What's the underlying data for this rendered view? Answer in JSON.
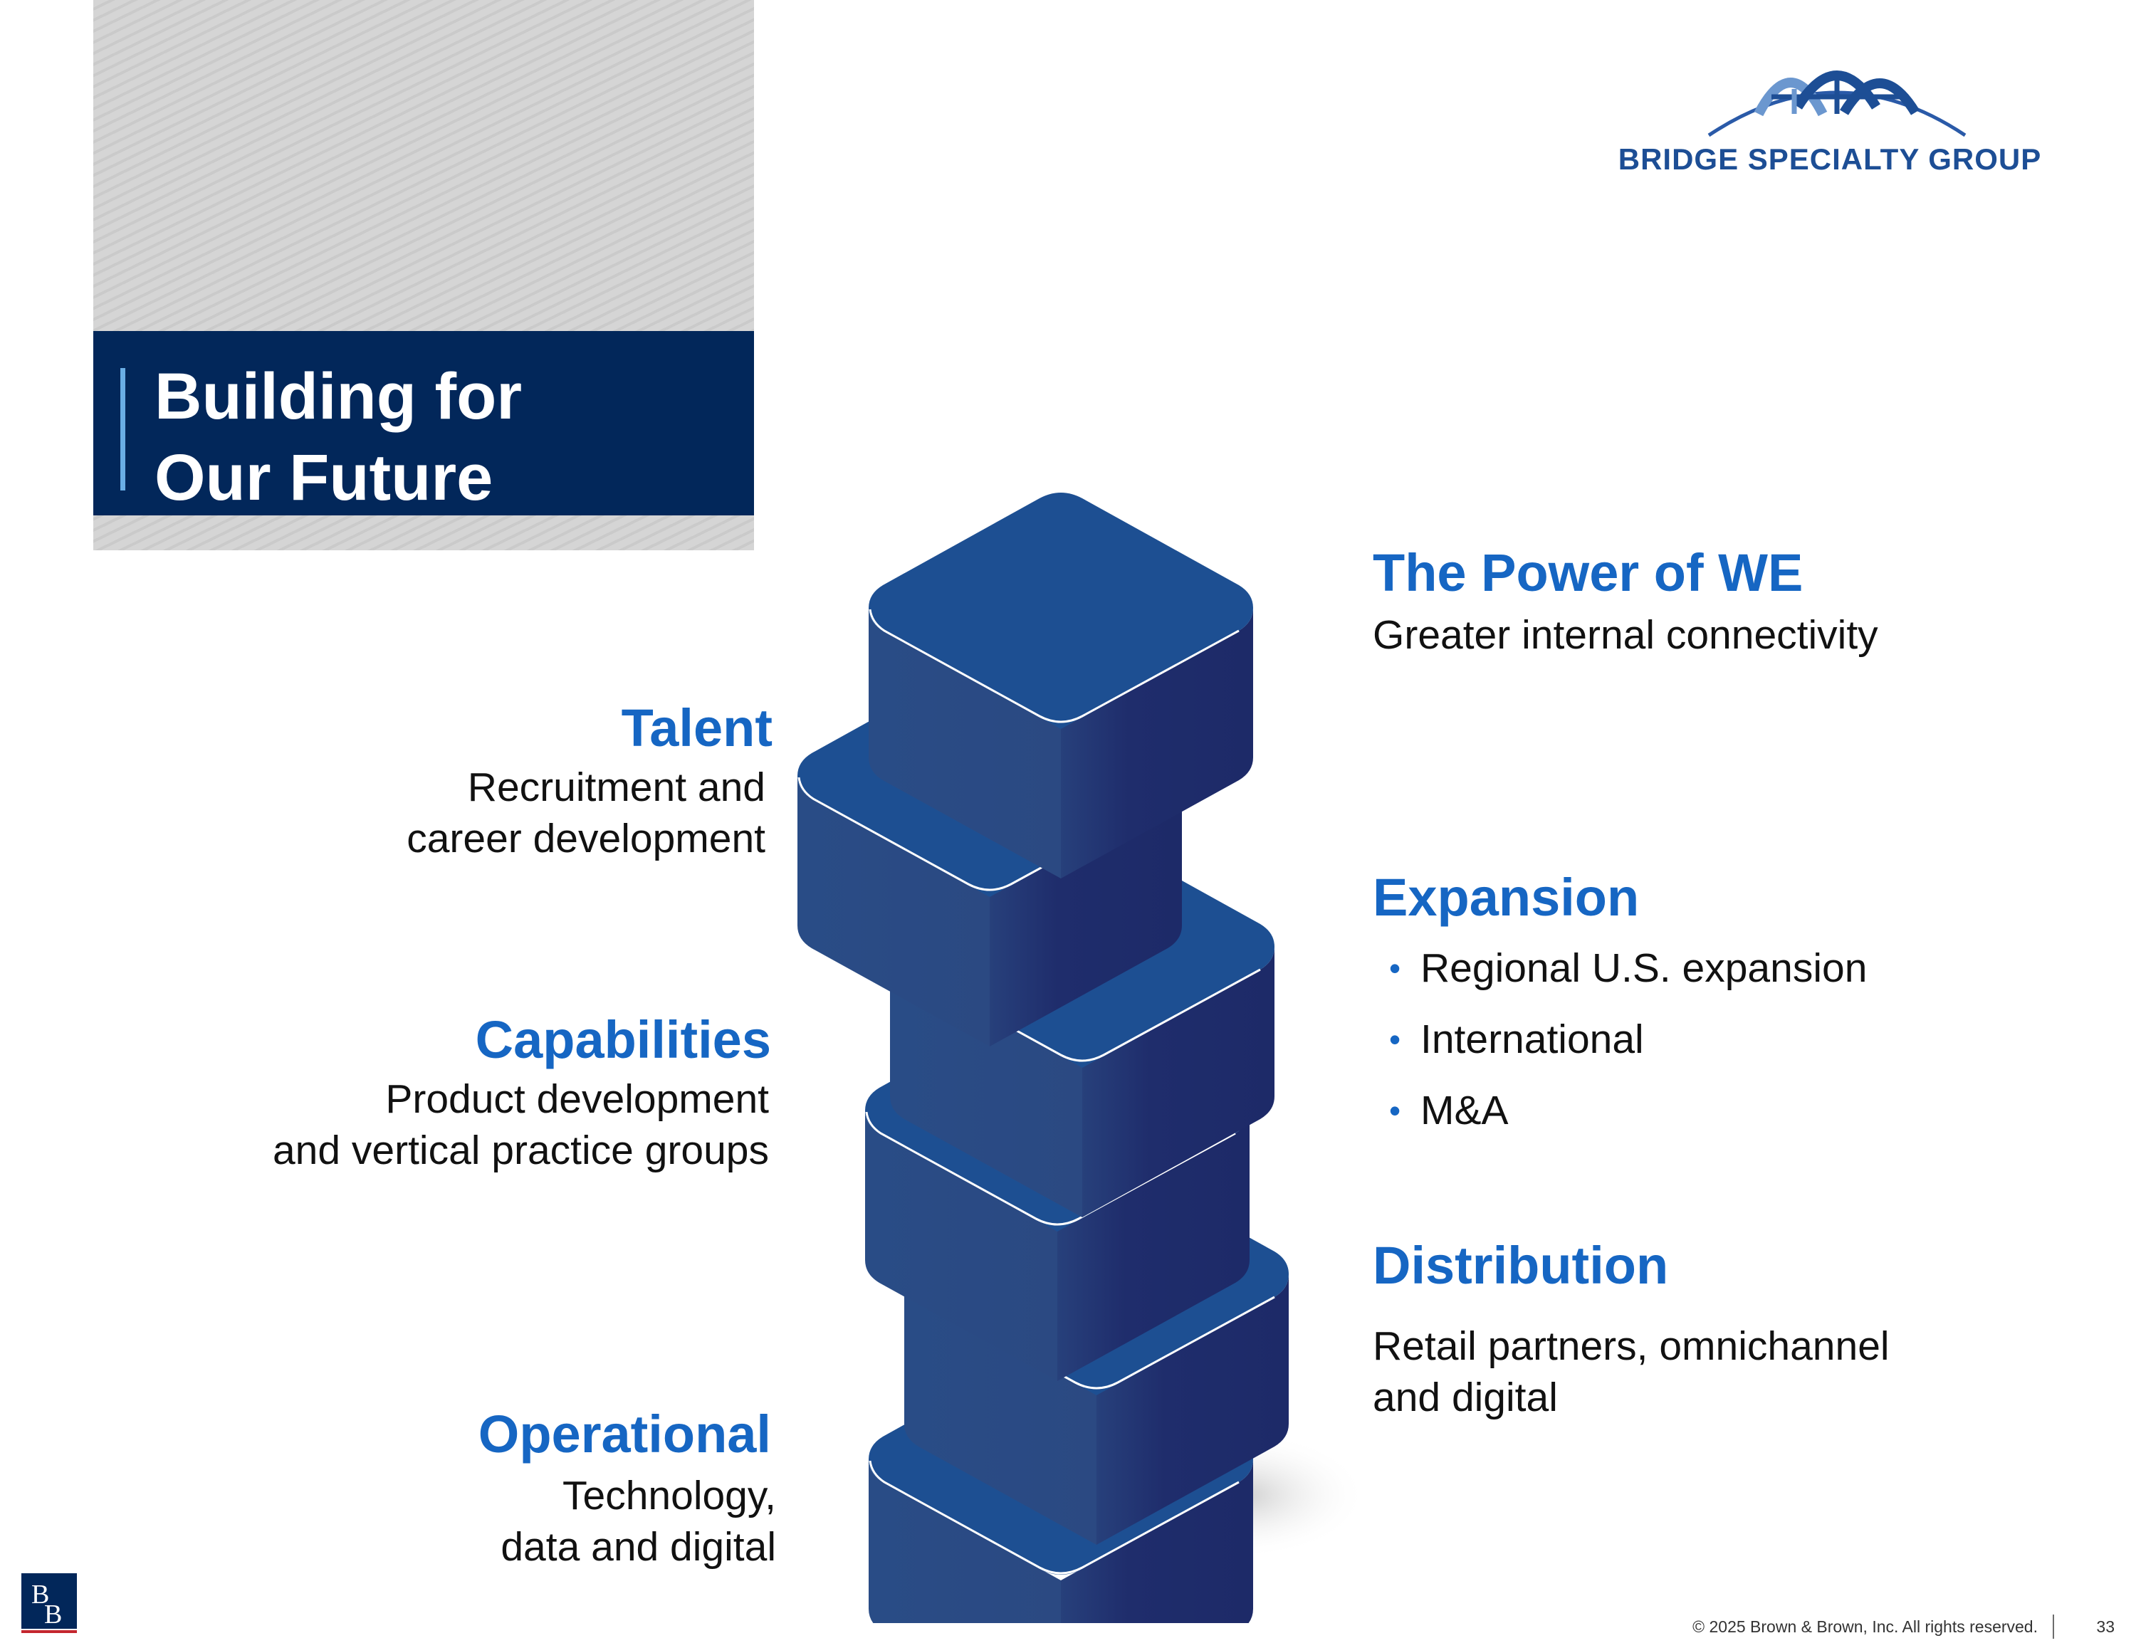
{
  "title": {
    "line1": "Building for",
    "line2": "Our Future"
  },
  "logo": {
    "text": "BRIDGE SPECIALTY GROUP",
    "color": "#1d4e95",
    "icon": "bridge-arch-icon"
  },
  "pillars_left": [
    {
      "heading": "Talent",
      "lines": [
        "Recruitment and",
        "career development"
      ]
    },
    {
      "heading": "Capabilities",
      "lines": [
        "Product development",
        "and vertical practice groups"
      ]
    },
    {
      "heading": "Operational",
      "lines": [
        "Technology,",
        "data and digital"
      ]
    }
  ],
  "pillars_right": [
    {
      "heading": "The Power of WE",
      "lines": [
        "Greater internal connectivity"
      ]
    },
    {
      "heading": "Expansion",
      "bullets": [
        "Regional U.S. expansion",
        "International",
        "M&A"
      ]
    },
    {
      "heading": "Distribution",
      "lines": [
        "Retail partners, omnichannel",
        "and digital"
      ]
    }
  ],
  "footer": {
    "copyright": "© 2025 Brown & Brown, Inc. All rights reserved.",
    "page": "33",
    "brand_mark": "BB-monogram-icon"
  },
  "colors": {
    "navy": "#02275a",
    "accent_blue": "#1666c3",
    "block_top": "#1d4f92",
    "block_left": "#2a4a83",
    "block_right": "#1d2a68",
    "title_accent": "#6aaee5"
  }
}
